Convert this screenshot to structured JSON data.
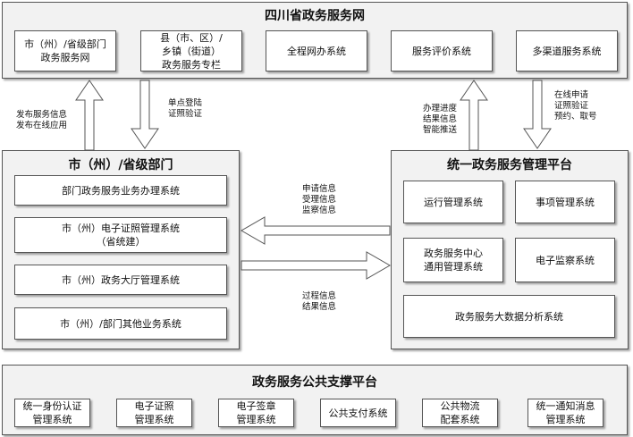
{
  "top_platform": {
    "title": "四川省政务服务网",
    "items": [
      "市（州）/省级部门\n政务服务网",
      "县（市、区）/\n乡镇（街道）\n政务服务专栏",
      "全程网办系统",
      "服务评价系统",
      "多渠道服务系统"
    ]
  },
  "left_dept": {
    "title": "市（州）/省级部门",
    "items": [
      "部门政务服务业务办理系统",
      "市（州）电子证照管理系统\n（省统建）",
      "市（州）政务大厅管理系统",
      "市（州）/部门其他业务系统"
    ]
  },
  "unified_platform": {
    "title": "统一政务服务管理平台",
    "items": [
      "运行管理系统",
      "事项管理系统",
      "政务服务中心\n通用管理系统",
      "电子监察系统",
      "政务服务大数据分析系统"
    ]
  },
  "support_platform": {
    "title": "政务服务公共支撑平台",
    "items": [
      "统一身份认证\n管理系统",
      "电子证照\n管理系统",
      "电子签章\n管理系统",
      "公共支付系统",
      "公共物流\n配套系统",
      "统一通知消息\n管理系统"
    ]
  },
  "flows": {
    "publish": "发布服务信息\n发布在线应用",
    "sso": "单点登陆\n证照验证",
    "progress": "办理进度\n结果信息\n智能推送",
    "online_apply": "在线申请\n证照验证\n预约、取号",
    "apply_info": "申请信息\n受理信息\n监察信息",
    "process_info": "过程信息\n结果信息"
  }
}
